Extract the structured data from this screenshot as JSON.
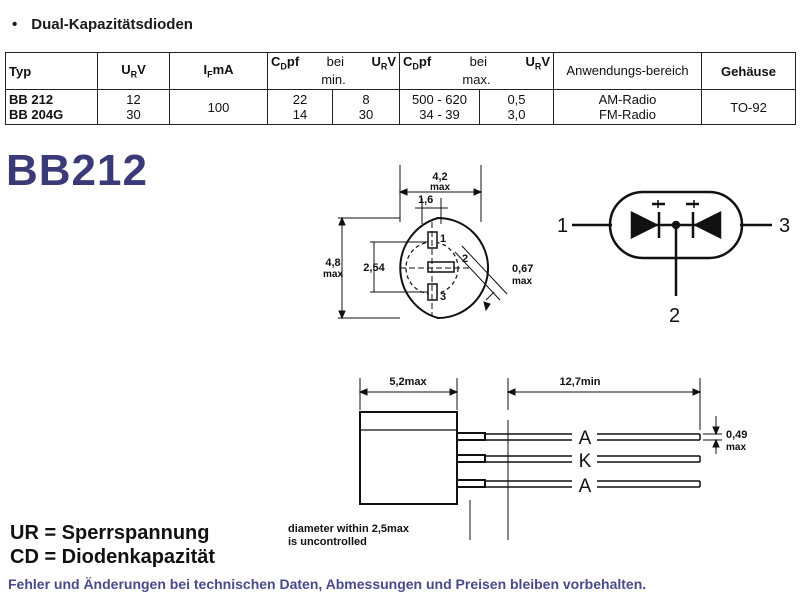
{
  "heading": {
    "bullet": "•",
    "text": "Dual-Kapazitätsdioden"
  },
  "table": {
    "headers": {
      "typ": "Typ",
      "ur_main": "U",
      "ur_sub": "R",
      "ur_unit": "V",
      "if_main": "I",
      "if_sub": "F",
      "if_unit": "mA",
      "cmin_main": "C",
      "cmin_sub": "D",
      "cmin_unit": "pf",
      "cmin_bei": "bei",
      "cmin_u": "U",
      "cmin_usub": "R",
      "cmin_uunit": "V",
      "cmin_label": "min.",
      "cmax_main": "C",
      "cmax_sub": "D",
      "cmax_unit": "pf",
      "cmax_bei": "bei",
      "cmax_u": "U",
      "cmax_usub": "R",
      "cmax_uunit": "V",
      "cmax_label": "max.",
      "anwendung": "Anwendungs-bereich",
      "gehaeuse": "Gehäuse"
    },
    "rows": [
      {
        "typ": "BB 212",
        "ur": "12",
        "cmin": "22",
        "cmin_v": "8",
        "cmax": "500 - 620",
        "cmax_v": "0,5",
        "anw": "AM-Radio"
      },
      {
        "typ": "BB 204G",
        "ur": "30",
        "cmin": "14",
        "cmin_v": "30",
        "cmax": "34 -  39",
        "cmax_v": "3,0",
        "anw": "FM-Radio"
      }
    ],
    "if_shared": "100",
    "gehaeuse_shared": "TO-92"
  },
  "title": "BB212",
  "top_view": {
    "dim_width": "4,2",
    "dim_width_unit": "max",
    "dim_pitch": "1,6",
    "dim_height": "4,8",
    "dim_height_unit": "max",
    "dim_spacing": "2,54",
    "dim_lead": "0,67",
    "dim_lead_unit": "max",
    "pin1": "1",
    "pin2": "2",
    "pin3": "3"
  },
  "schematic": {
    "pin1": "1",
    "pin2": "2",
    "pin3": "3"
  },
  "side_view": {
    "dim_body": "5,2max",
    "dim_lead_len": "12,7min",
    "dim_lead_w": "0,49",
    "dim_lead_w_unit": "max",
    "lead_a1": "A",
    "lead_k": "K",
    "lead_a2": "A",
    "note_line1": "diameter within 2,5max",
    "note_line2": "is uncontrolled"
  },
  "legend": {
    "ur": "UR = Sperrspannung",
    "cd": "CD = Diodenkapazität"
  },
  "footer": "Fehler und Änderungen bei technischen Daten, Abmessungen und Preisen bleiben vorbehalten."
}
